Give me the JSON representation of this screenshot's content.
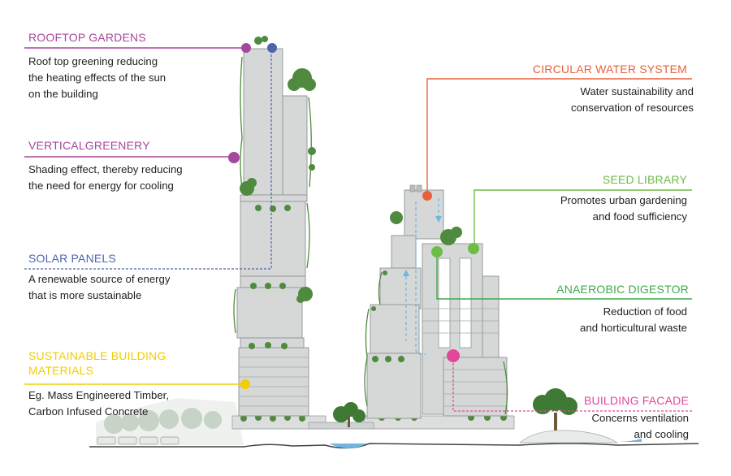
{
  "colors": {
    "rooftop": "#a6479b",
    "vertical": "#a6479b",
    "solar": "#4f63ad",
    "materials": "#f2cd00",
    "water": "#e8603c",
    "seed": "#6fbb47",
    "digestor": "#3dab4a",
    "facade": "#e2479a",
    "building": "#d6d8d8",
    "building_edge": "#8f9494",
    "foliage": "#4f8a3e",
    "water_pipe": "#6fb6e0"
  },
  "callouts": {
    "rooftop": {
      "title": "ROOFTOP GARDENS",
      "desc": [
        "Roof top greening reducing",
        "the heating effects of the sun",
        "on the building"
      ]
    },
    "vertical": {
      "title": "VERTICALGREENERY",
      "desc": [
        "Shading effect, thereby reducing",
        "the need for energy for cooling"
      ]
    },
    "solar": {
      "title": "SOLAR PANELS",
      "desc": [
        "A renewable source of energy",
        "that is more sustainable"
      ]
    },
    "materials": {
      "title_lines": [
        "SUSTAINABLE BUILDING",
        "MATERIALS"
      ],
      "desc": [
        "Eg.  Mass Engineered Timber,",
        "Carbon Infused Concrete"
      ]
    },
    "water": {
      "title": "CIRCULAR WATER SYSTEM",
      "desc": [
        "Water sustainability and",
        "conservation of resources"
      ]
    },
    "seed": {
      "title": "SEED LIBRARY",
      "desc": [
        "Promotes urban gardening",
        "and food sufficiency"
      ]
    },
    "digestor": {
      "title": "ANAEROBIC DIGESTOR",
      "desc": [
        "Reduction of food",
        "and horticultural waste"
      ]
    },
    "facade": {
      "title": "BUILDING FACADE",
      "desc": [
        "Concerns ventilation",
        "and cooling"
      ]
    }
  }
}
